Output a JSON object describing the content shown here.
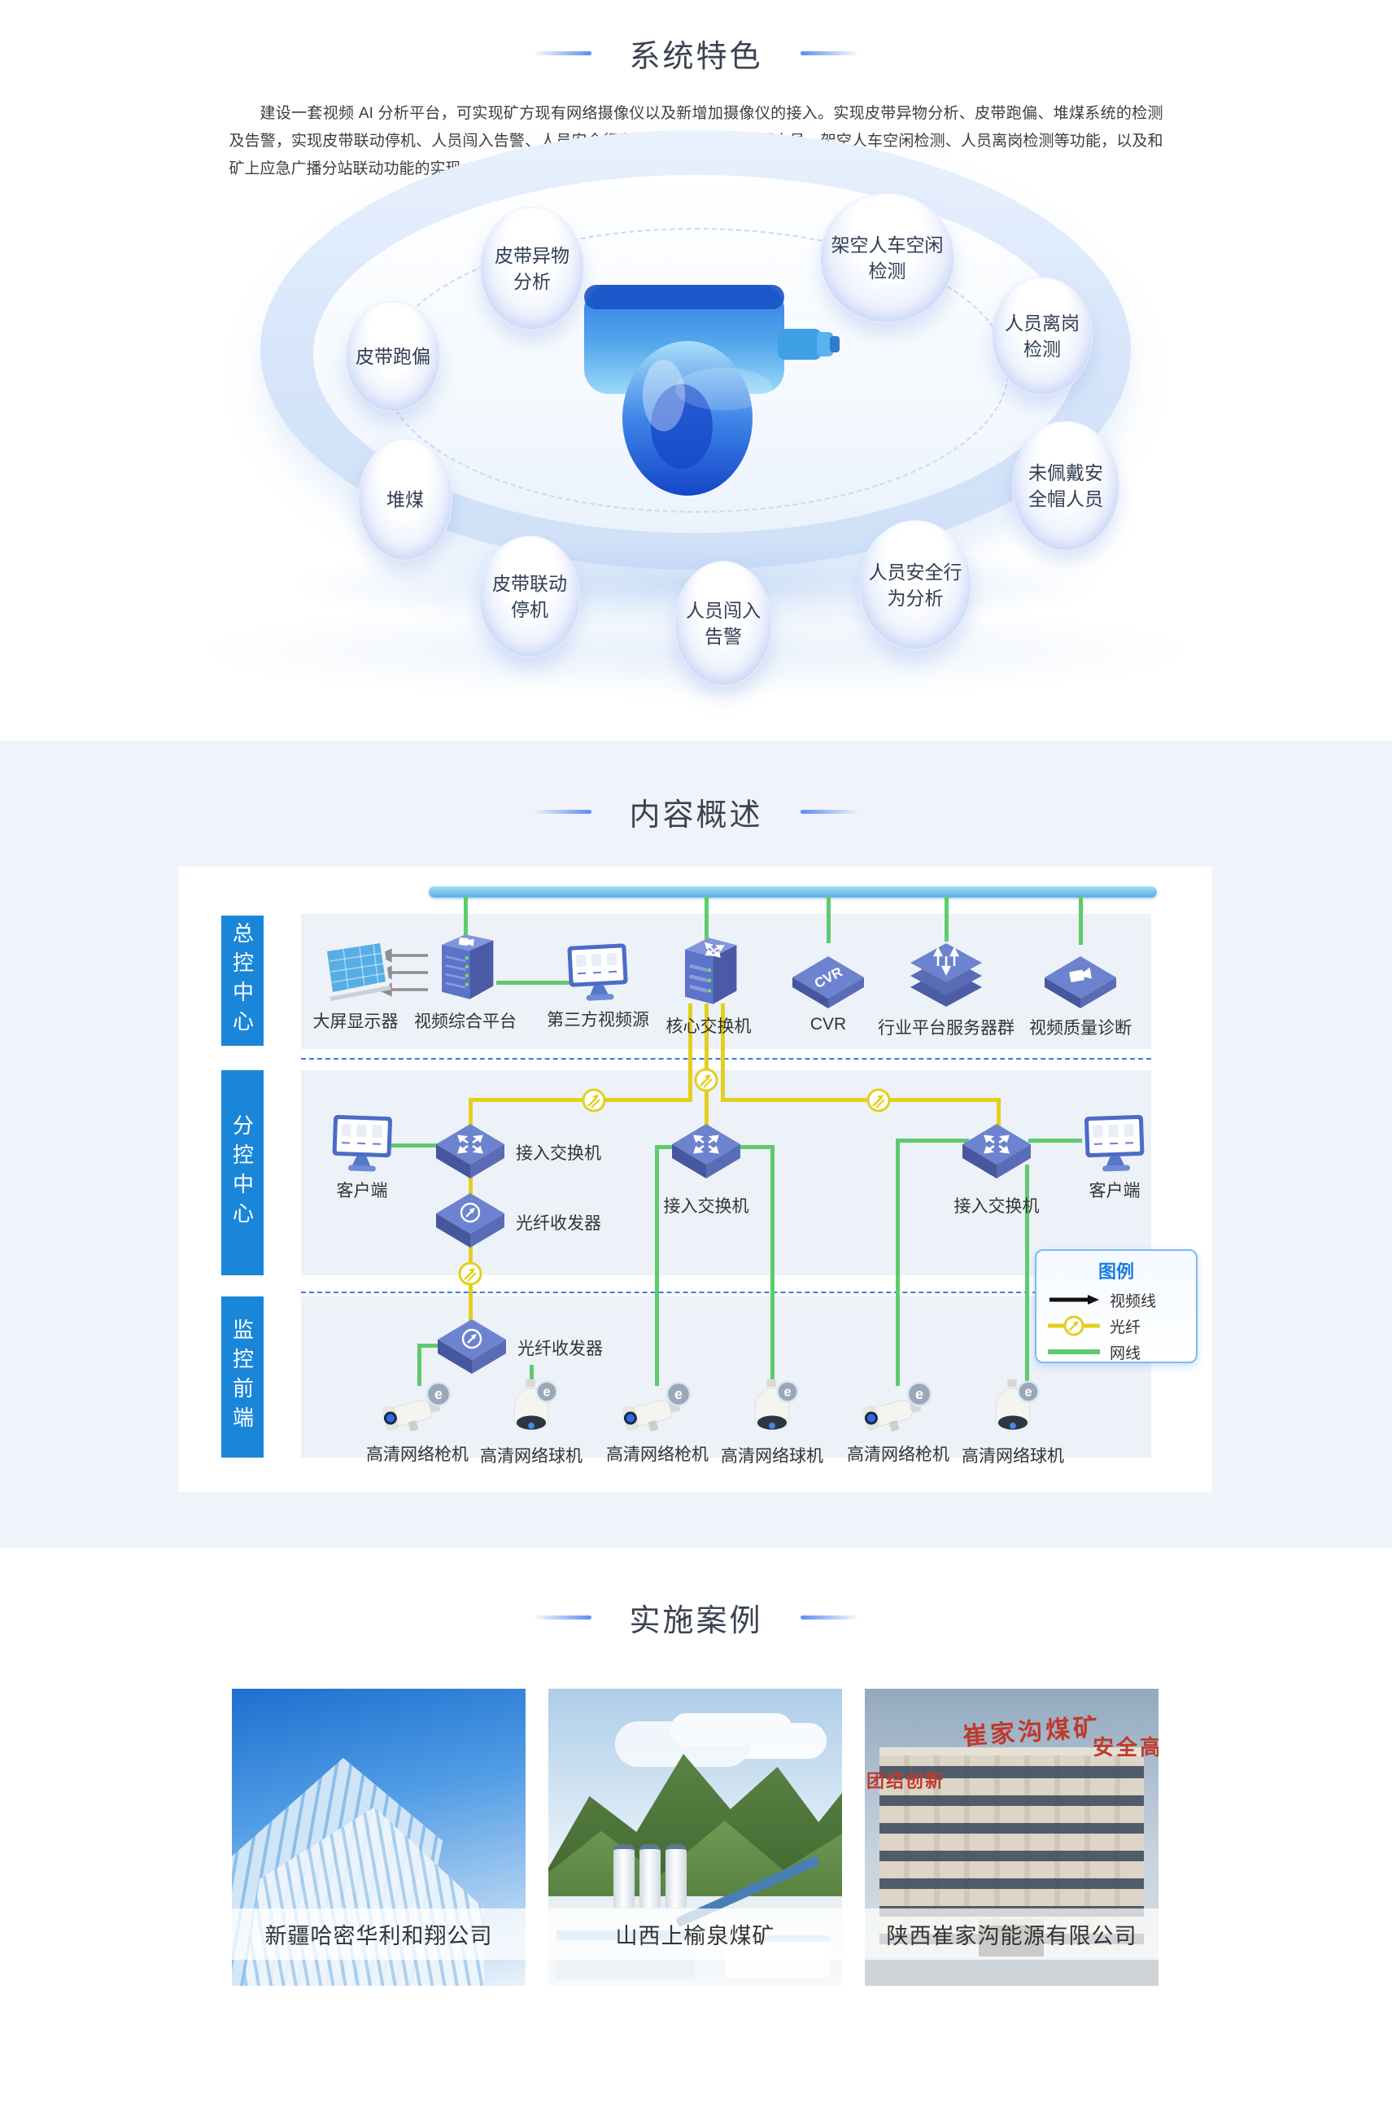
{
  "features": {
    "title": "系统特色",
    "intro": "建设一套视频 AI 分析平台，可实现矿方现有网络摄像仪以及新增加摄像仪的接入。实现皮带异物分析、皮带跑偏、堆煤系统的检测及告警，实现皮带联动停机、人员闯入告警、人员安全行为分析、未佩戴安全帽人员、架空人车空闲检测、人员离岗检测等功能，以及和矿上应急广播分站联动功能的实现。",
    "bubbles": [
      "皮带异物分析",
      "架空人车空闲检测",
      "皮带跑偏",
      "人员离岗检测",
      "堆煤",
      "未佩戴安全帽人员",
      "皮带联动停机",
      "人员闯入告警",
      "人员安全行为分析"
    ]
  },
  "overview": {
    "title": "内容概述",
    "zones": [
      "总控中心",
      "分控中心",
      "监控前端"
    ],
    "devices": {
      "bigscreen": "大屏显示器",
      "platform": "视频综合平台",
      "thirdparty": "第三方视频源",
      "core_switch": "核心交换机",
      "cvr": "CVR",
      "server_cluster": "行业平台服务器群",
      "quality": "视频质量诊断",
      "client": "客户端",
      "access_switch": "接入交换机",
      "fiber_transceiver": "光纤收发器",
      "bullet_cam": "高清网络枪机",
      "dome_cam": "高清网络球机"
    },
    "cvr_badge": "CVR",
    "cam_badge": "e",
    "legend": {
      "title": "图例",
      "items": [
        "视频线",
        "光纤",
        "网线"
      ]
    }
  },
  "cases": {
    "title": "实施案例",
    "items": [
      {
        "caption": "新疆哈密华利和翔公司"
      },
      {
        "caption": "山西上榆泉煤矿"
      },
      {
        "caption": "陕西崔家沟能源有限公司"
      }
    ],
    "photo3_signs": [
      "崔家沟煤矿",
      "安全高",
      "团结创新"
    ]
  },
  "colors": {
    "accent_blue": "#1a86d9",
    "legend_blue": "#1b7ce0",
    "net_green": "#5ecb6e",
    "fiber_yellow": "#e3cf1e",
    "icon_indigo": "#6d83cf",
    "section_bg": "#f1f3fa"
  }
}
